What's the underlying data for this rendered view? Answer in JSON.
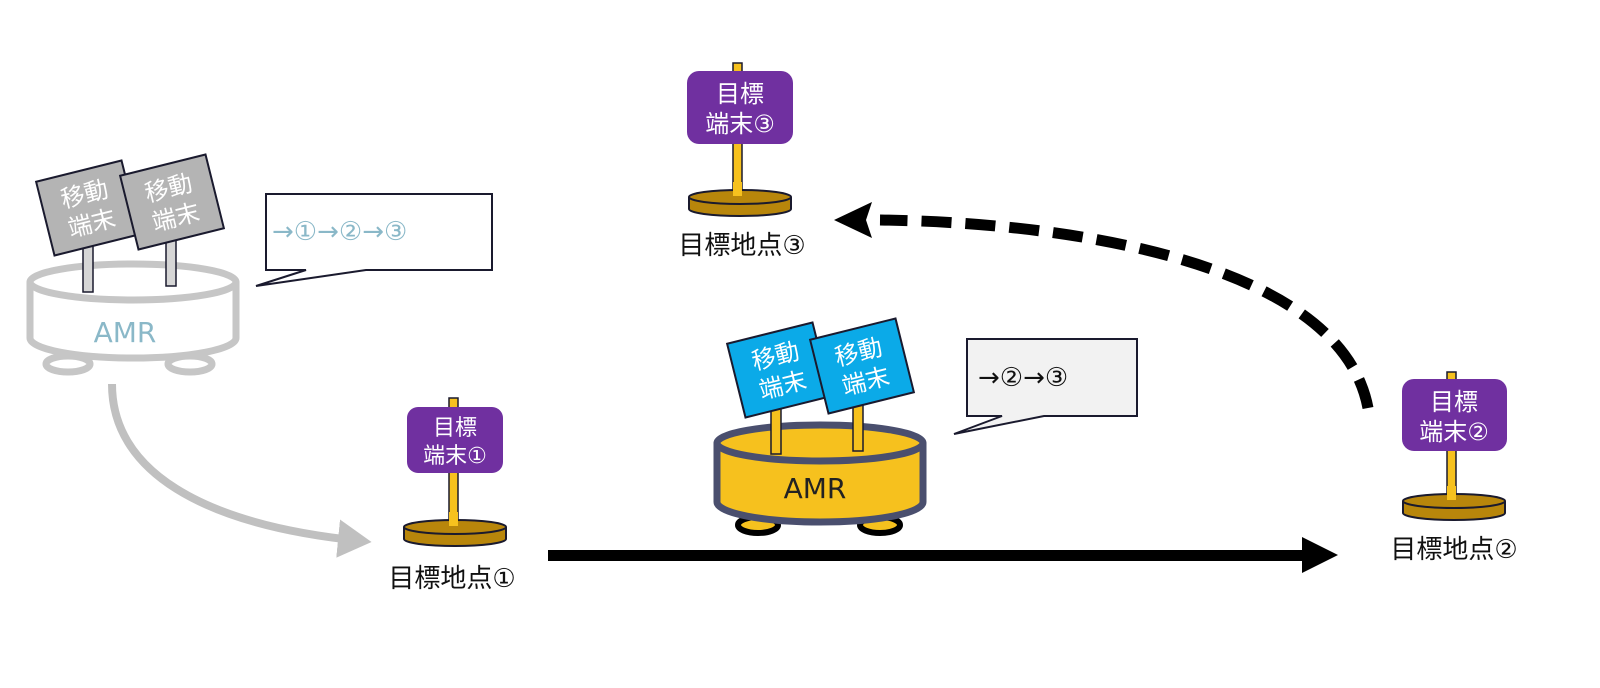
{
  "title": "AMR route diagram",
  "colors": {
    "amr_active_fill": "#F6C11E",
    "amr_active_stroke": "#4A4F6E",
    "amr_ghost_stroke": "#C6C6C6",
    "amr_ghost_text": "#8AB8C8",
    "sign_active_fill": "#0BAAE8",
    "sign_ghost_fill": "#B4B4B4",
    "target_sign_fill": "#7030A0",
    "pole_fill": "#F6C11E",
    "base_fill": "#B8860B",
    "arrow_black": "#000000",
    "arrow_gray": "#C0C0C0"
  },
  "ghost_amr": {
    "label": "AMR",
    "devices": [
      {
        "line1": "移動",
        "line2": "端末"
      },
      {
        "line1": "移動",
        "line2": "端末"
      }
    ],
    "bubble_text": "→①→②→③"
  },
  "active_amr": {
    "label": "AMR",
    "devices": [
      {
        "line1": "移動",
        "line2": "端末"
      },
      {
        "line1": "移動",
        "line2": "端末"
      }
    ],
    "bubble_text": "→②→③"
  },
  "targets": [
    {
      "sign_line1": "目標",
      "sign_line2": "端末①",
      "point_label": "目標地点①"
    },
    {
      "sign_line1": "目標",
      "sign_line2": "端末②",
      "point_label": "目標地点②"
    },
    {
      "sign_line1": "目標",
      "sign_line2": "端末③",
      "point_label": "目標地点③"
    }
  ],
  "arrows": [
    {
      "from": "ghost_amr",
      "to": "目標地点①",
      "style": "solid-gray-curved"
    },
    {
      "from": "目標地点①",
      "to": "目標地点②",
      "style": "solid-black"
    },
    {
      "from": "目標地点②",
      "to": "目標地点③",
      "style": "dashed-black-curved"
    }
  ]
}
